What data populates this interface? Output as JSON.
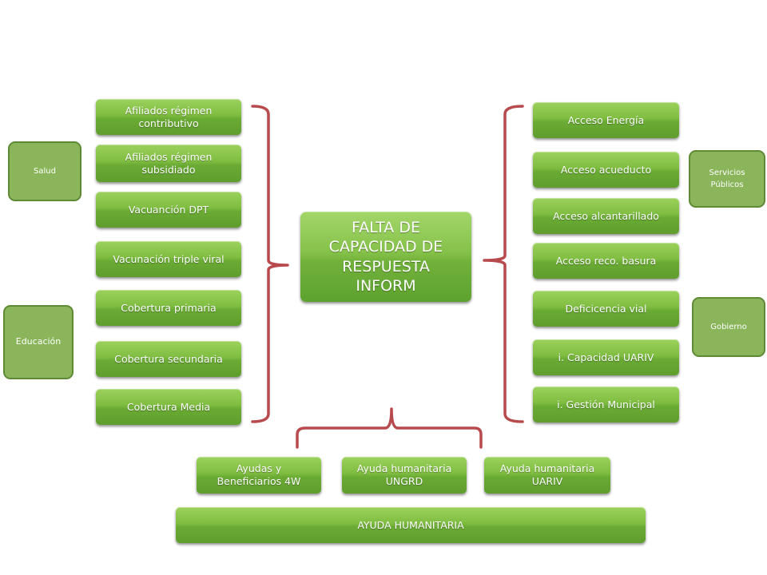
{
  "center": {
    "line1": "FALTA DE",
    "line2": "CAPACIDAD DE",
    "line3": "RESPUESTA",
    "line4": "INFORM"
  },
  "left_items": [
    {
      "line1": "Afiliados régimen",
      "line2": "contributivo"
    },
    {
      "line1": "Afiliados régimen",
      "line2": "subsidiado"
    },
    {
      "line1": "Vacuanción DPT"
    },
    {
      "line1": "Vacunación triple viral"
    },
    {
      "line1": "Cobertura primaria"
    },
    {
      "line1": "Cobertura secundaria"
    },
    {
      "line1": "Cobertura Media"
    }
  ],
  "right_items": [
    "Acceso Energía",
    "Acceso acueducto",
    "Acceso alcantarillado",
    "Acceso reco. basura",
    "Deficicencia vial",
    "i. Capacidad UARIV",
    "i. Gestión Municipal"
  ],
  "bottom_items": [
    {
      "line1": "Ayudas y",
      "line2": "Beneficiarios 4W"
    },
    {
      "line1": "Ayuda humanitaria",
      "line2": "UNGRD"
    },
    {
      "line1": "Ayuda humanitaria",
      "line2": "UARIV"
    }
  ],
  "bottom_bar": "AYUDA HUMANITARIA",
  "categories": {
    "salud": "Salud",
    "educacion": "Educación",
    "servicios_line1": "Servicios",
    "servicios_line2": "Públicos",
    "gobierno": "Gobierno"
  },
  "colors": {
    "box_green": "#7fbd41",
    "bracket_red": "#b84a4e",
    "category_green": "#8ab55a"
  }
}
